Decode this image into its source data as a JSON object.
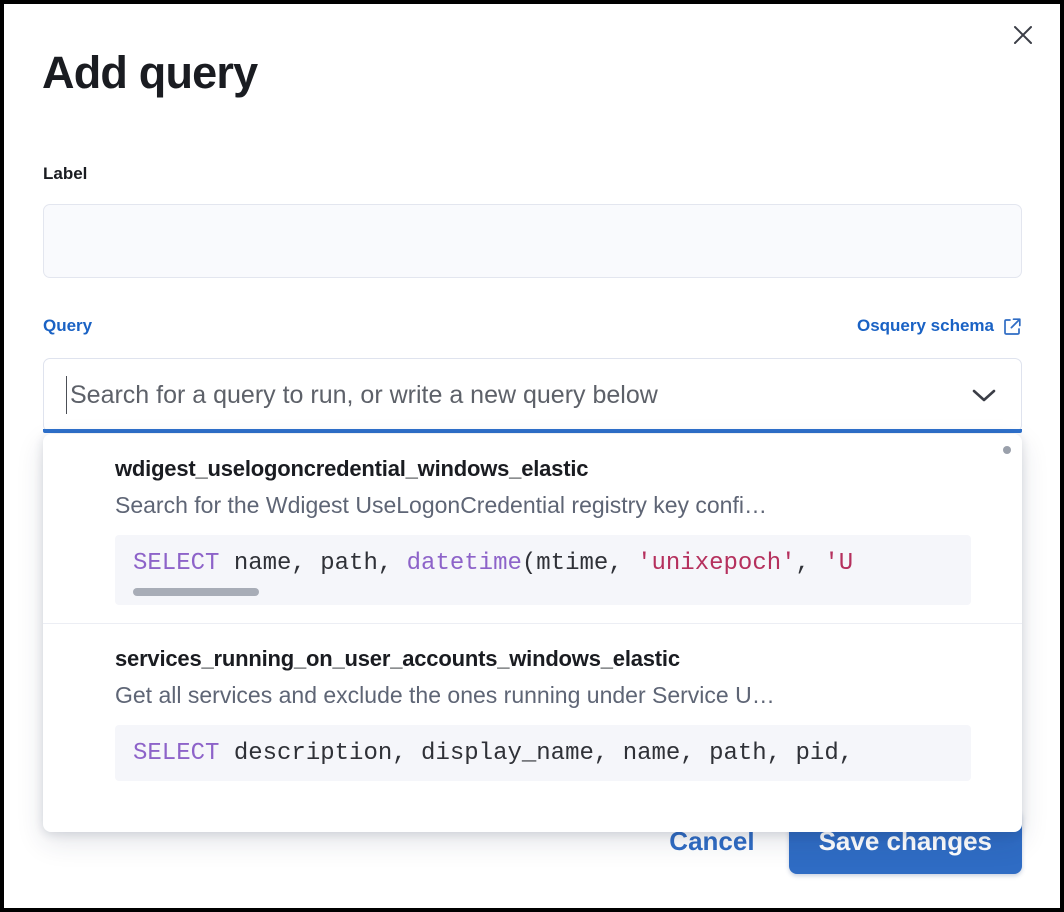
{
  "modal": {
    "title": "Add query",
    "close_icon": "close-icon"
  },
  "label_field": {
    "label": "Label",
    "value": "",
    "placeholder": ""
  },
  "query_field": {
    "label": "Query",
    "schema_link": "Osquery schema",
    "schema_link_icon": "external-link-icon",
    "combobox_placeholder": "Search for a query to run, or write a new query below",
    "combobox_value": "",
    "chevron_icon": "chevron-down-icon"
  },
  "dropdown": {
    "items": [
      {
        "title": "wdigest_uselogoncredential_windows_elastic",
        "description": "Search for the Wdigest UseLogonCredential registry key confi…",
        "code_tokens": [
          {
            "t": "SELECT",
            "c": "kw"
          },
          {
            "t": " name, path, ",
            "c": "pln"
          },
          {
            "t": "datetime",
            "c": "kw"
          },
          {
            "t": "(mtime, ",
            "c": "pln"
          },
          {
            "t": "'unixepoch'",
            "c": "str"
          },
          {
            "t": ", ",
            "c": "pln"
          },
          {
            "t": "'U",
            "c": "str"
          }
        ],
        "has_scrollbar": true
      },
      {
        "title": "services_running_on_user_accounts_windows_elastic",
        "description": "Get all services and exclude the ones running under Service U…",
        "code_tokens": [
          {
            "t": "SELECT",
            "c": "kw"
          },
          {
            "t": " description, display_name, name, path, pid,",
            "c": "pln"
          }
        ],
        "has_scrollbar": false
      }
    ]
  },
  "footer": {
    "cancel_label": "Cancel",
    "save_label": "Save changes"
  },
  "colors": {
    "accent_blue": "#2f6cc4",
    "link_blue": "#1a62c4",
    "keyword_purple": "#8d63c9",
    "string_crimson": "#b5305d",
    "text_dark": "#1a1c21",
    "text_muted": "#5e6575",
    "code_bg": "#f5f6fa"
  }
}
